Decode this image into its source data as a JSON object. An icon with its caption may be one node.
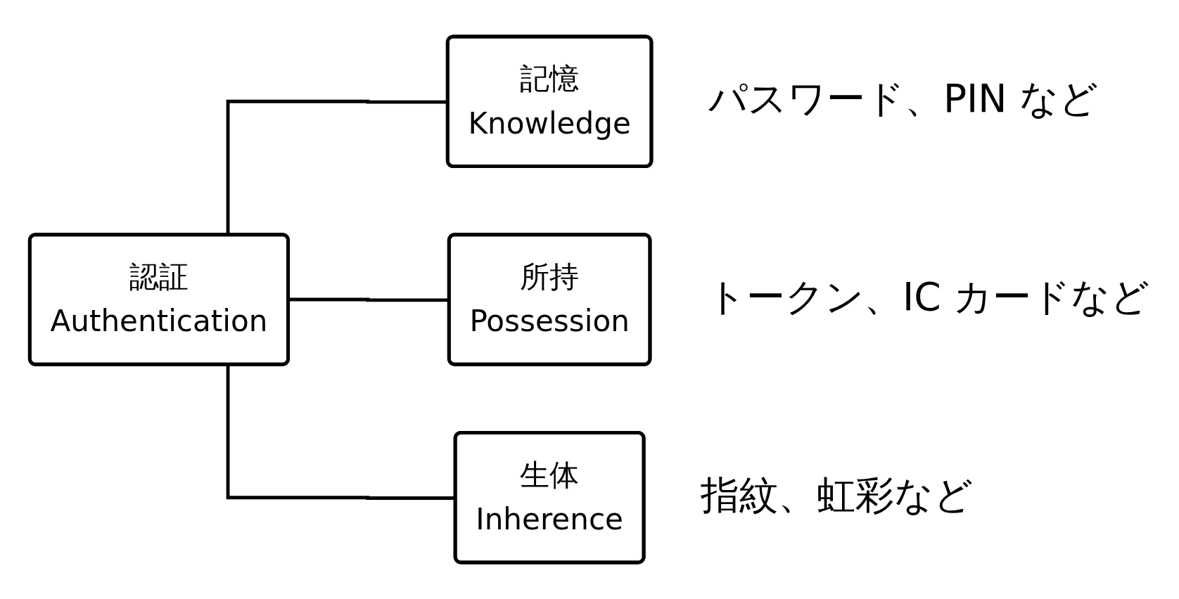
{
  "diagram": {
    "nodes": [
      {
        "text": [
          "認証",
          "Authentication"
        ]
      },
      {
        "text": [
          "記憶",
          "Knowledge"
        ],
        "beside": [
          "パスワード、PIN など"
        ]
      },
      {
        "text": [
          "所持",
          "Possession"
        ],
        "beside": [
          "トークン、IC カードなど"
        ]
      },
      {
        "text": [
          "生体",
          "Inherence"
        ],
        "beside": [
          "指紋、虹彩など"
        ]
      }
    ],
    "edges": [
      {
        "from": 0,
        "to": 1,
        "arrow": "none"
      },
      {
        "from": 0,
        "to": 2,
        "arrow": "none"
      },
      {
        "from": 0,
        "to": 3,
        "arrow": "none"
      }
    ]
  }
}
